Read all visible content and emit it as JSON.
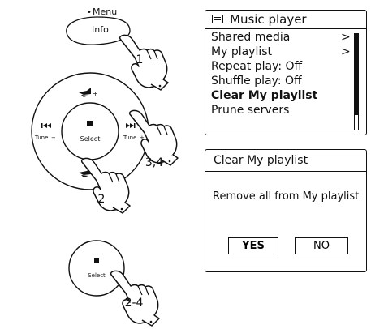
{
  "controls": {
    "menu_label": "Menu",
    "info_label": "Info",
    "tune_minus_label": "Tune",
    "tune_plus_label": "Tune",
    "select_label": "Select",
    "select_single_label": "Select"
  },
  "steps": {
    "info_step": "1",
    "forward_step": "3,4",
    "down_step": "2",
    "select_step": "2-4"
  },
  "menu_screen": {
    "title": "Music player",
    "items": [
      {
        "label": "Shared media",
        "arrow": ">"
      },
      {
        "label": "My playlist",
        "arrow": ">"
      },
      {
        "label": "Repeat play: Off",
        "arrow": ""
      },
      {
        "label": "Shuffle play: Off",
        "arrow": ""
      },
      {
        "label": "Clear My playlist",
        "arrow": ""
      },
      {
        "label": "Prune servers",
        "arrow": ""
      }
    ],
    "selected_index": 4,
    "scroll_fraction": 0.85
  },
  "dialog_screen": {
    "title": "Clear My playlist",
    "message": "Remove all from My playlist",
    "yes_label": "YES",
    "no_label": "NO"
  },
  "icons": {
    "menu_screen": "list-icon",
    "rewind": "rewind-icon",
    "fast_forward": "fast-forward-icon",
    "stop": "stop-icon",
    "volume_up": "volume-up-icon",
    "volume_down": "volume-down-icon",
    "hand": "pointing-hand-icon"
  }
}
